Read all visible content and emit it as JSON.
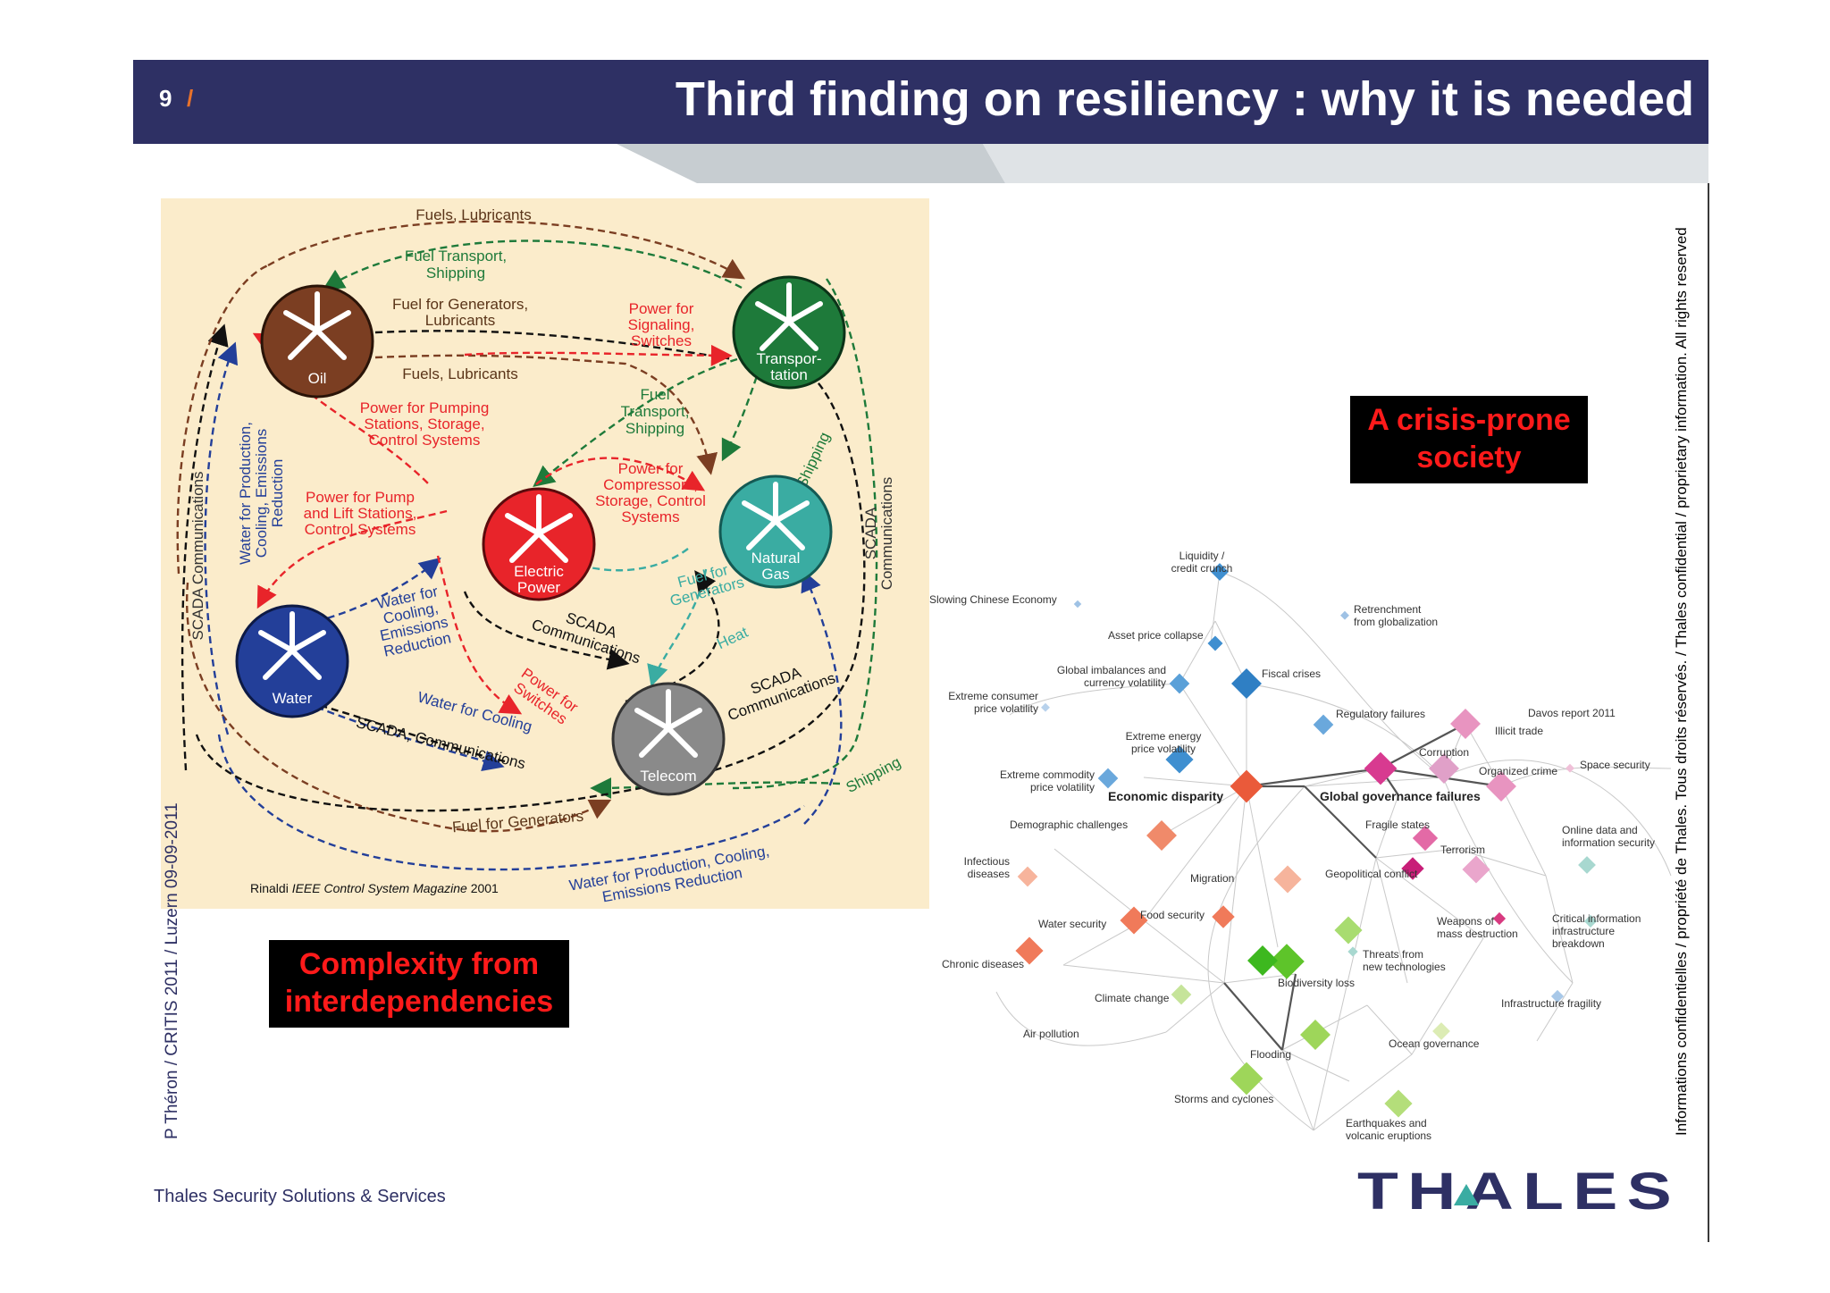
{
  "slide": {
    "number": "9",
    "slash": "/",
    "title": "Third finding on resiliency : why it is needed"
  },
  "left_diagram": {
    "nodes": {
      "oil": "Oil",
      "transportation": [
        "Transpor-",
        "tation"
      ],
      "electric": [
        "Electric",
        "Power"
      ],
      "natural_gas": [
        "Natural",
        "Gas"
      ],
      "water": "Water",
      "telecom": "Telecom"
    },
    "labels": {
      "fuels_lubricants_top": "Fuels, Lubricants",
      "fuel_transport_top": [
        "Fuel Transport,",
        "Shipping"
      ],
      "fuel_generators_lubricants": [
        "Fuel for Generators,",
        "Lubricants"
      ],
      "fuels_lubricants_mid": "Fuels, Lubricants",
      "power_signaling": [
        "Power for",
        "Signaling,",
        "Switches"
      ],
      "power_pumping": [
        "Power for Pumping",
        "Stations, Storage,",
        "Control Systems"
      ],
      "fuel_transport_mid": [
        "Fuel",
        "Transport,",
        "Shipping"
      ],
      "shipping_a": "Shipping",
      "power_compressors": [
        "Power for",
        "Compressors,",
        "Storage, Control",
        "Systems"
      ],
      "power_pump_lift": [
        "Power for Pump",
        "and Lift Stations,",
        "Control Systems"
      ],
      "scada_left": "SCADA Communications",
      "water_production_left": [
        "Water for Production,",
        "Cooling, Emissions",
        "Reduction"
      ],
      "scada_right": [
        "SCADA",
        "Communications"
      ],
      "water_cooling_emissions": [
        "Water for",
        "Cooling,",
        "Emissions",
        "Reduction"
      ],
      "fuel_generators_gas": [
        "Fuel for",
        "Generators"
      ],
      "scada_comm_mid": [
        "SCADA",
        "Communications"
      ],
      "heat": "Heat",
      "scada_comm_right": [
        "SCADA",
        "Communications"
      ],
      "power_switches": [
        "Power for",
        "Switches"
      ],
      "water_cooling": "Water for Cooling",
      "scada_comm_bottom": "SCADA, Communications",
      "shipping_b": "Shipping",
      "fuel_generators_bottom": "Fuel for Generators",
      "water_production_bottom": [
        "Water for Production, Cooling,",
        "Emissions Reduction"
      ],
      "citation_author": "Rinaldi",
      "citation_journal": "IEEE Control System Magazine",
      "citation_year": "2001"
    }
  },
  "right_diagram": {
    "source": "Davos report 2011",
    "economic_header": "Economic disparity",
    "governance_header": "Global governance failures",
    "items": {
      "liquidity": [
        "Liquidity /",
        "credit crunch"
      ],
      "slowing_china": "Slowing Chinese Economy",
      "retrenchment": [
        "Retrenchment",
        "from globalization"
      ],
      "asset_price": "Asset price collapse",
      "global_imbalances": [
        "Global imbalances and",
        "currency volatility"
      ],
      "fiscal_crises": "Fiscal crises",
      "extreme_consumer": [
        "Extreme consumer",
        "price volatility"
      ],
      "regulatory": "Regulatory failures",
      "illicit_trade": "Illicit trade",
      "extreme_energy": [
        "Extreme energy",
        "price volatility"
      ],
      "corruption": "Corruption",
      "space_security": "Space security",
      "extreme_commodity": [
        "Extreme commodity",
        "price volatility"
      ],
      "organized_crime": "Organized crime",
      "demographic": "Demographic challenges",
      "fragile_states": "Fragile states",
      "online_data": [
        "Online data and",
        "information security"
      ],
      "terrorism": "Terrorism",
      "infectious": [
        "Infectious",
        "diseases"
      ],
      "migration": "Migration",
      "geopolitical": "Geopolitical conflict",
      "water_security": "Water security",
      "food_security": "Food security",
      "weapons": [
        "Weapons of",
        "mass destruction"
      ],
      "critical_infra": [
        "Critical information",
        "infrastructure",
        "breakdown"
      ],
      "chronic": "Chronic diseases",
      "threats_tech": [
        "Threats from",
        "new technologies"
      ],
      "biodiversity": "Biodiversity loss",
      "climate": "Climate change",
      "infra_fragility": "Infrastructure fragility",
      "air_pollution": "Air pollution",
      "ocean": "Ocean governance",
      "flooding": "Flooding",
      "storms": "Storms and cyclones",
      "earthquakes": [
        "Earthquakes and",
        "volcanic eruptions"
      ]
    }
  },
  "callouts": {
    "left": [
      "Complexity from",
      "interdependencies"
    ],
    "right": [
      "A crisis-prone",
      "society"
    ]
  },
  "footer": {
    "company": "Thales Security Solutions & Services",
    "side_left": "P Théron / CRITIS 2011 / Luzern 09-09-2011",
    "side_right": "Informations confidentielles / propriété de Thales. Tous droits réservés. / Thales confidential / proprietary information. All rights reserved",
    "brand": "THALES"
  },
  "colors": {
    "header": "#2e3064",
    "slash": "#e8722a",
    "callout_text": "#ff1a1a",
    "oil": "#7b3e22",
    "transportation": "#1e7a3a",
    "electric": "#e8242a",
    "natural_gas": "#3aaca2",
    "water": "#233f99",
    "telecom": "#8a8a8a",
    "economic": "#3f8fd0",
    "societal": "#f08a6a",
    "geopolitical": "#e06aa8",
    "environmental": "#8ccf3a"
  }
}
